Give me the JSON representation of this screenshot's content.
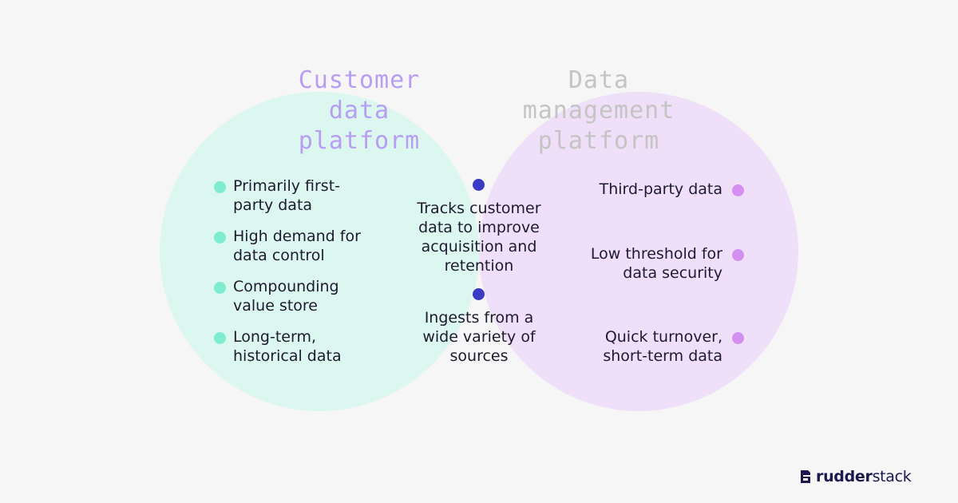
{
  "titles": {
    "cdp": "Customer\ndata\nplatform",
    "dmp": "Data\nmanagement\nplatform"
  },
  "cdp_items": [
    "Primarily first-\nparty data",
    "High demand for\ndata control",
    "Compounding\nvalue store",
    "Long-term,\nhistorical data"
  ],
  "overlap_items": [
    "Tracks customer\ndata to improve\nacquisition and\nretention",
    "Ingests from a\nwide variety of\nsources"
  ],
  "dmp_items": [
    "Third-party data",
    "Low threshold for\ndata security",
    "Quick turnover,\nshort-term data"
  ],
  "logo": {
    "text_bold": "rudder",
    "text_rest": "stack"
  },
  "colors": {
    "cdp_circle": "#dcf6f0",
    "dmp_circle": "#efdff8",
    "overlap": "#d6e3f1",
    "cdp_dot": "#7eeccf",
    "dmp_dot": "#d48ff0",
    "overlap_dot": "#3a3ac4",
    "cdp_title": "#b79ef2",
    "dmp_title": "#c4c4c4"
  }
}
